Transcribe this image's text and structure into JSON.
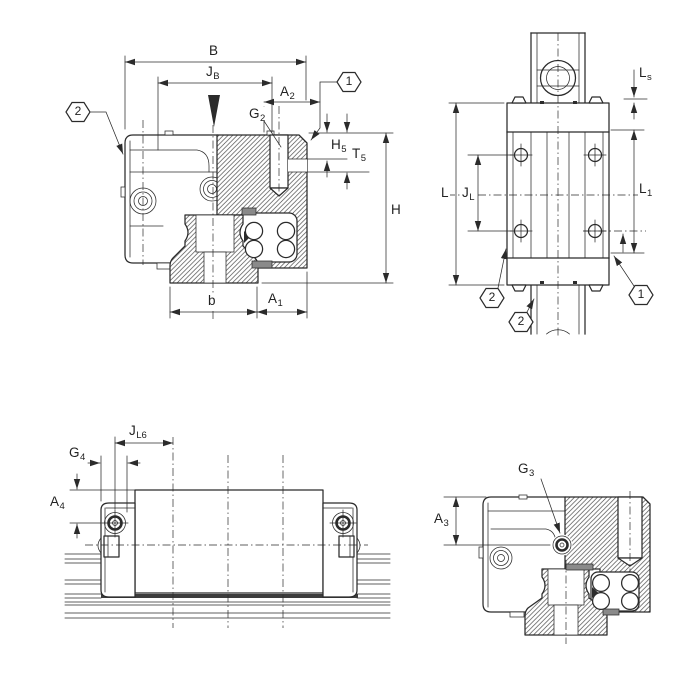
{
  "colors": {
    "line_color": "#2b2b2b",
    "background": "#ffffff",
    "hatch_color": "#4a4a4a",
    "seal_fill": "#8a8a8a",
    "bottom_band_fill": "#3c3c3c"
  },
  "views": {
    "front_section": {
      "labels": {
        "B": {
          "base": "B",
          "sub": ""
        },
        "JB": {
          "base": "J",
          "sub": "B"
        },
        "A2": {
          "base": "A",
          "sub": "2"
        },
        "G2": {
          "base": "G",
          "sub": "2"
        },
        "H5": {
          "base": "H",
          "sub": "5"
        },
        "T5": {
          "base": "T",
          "sub": "5"
        },
        "H": {
          "base": "H",
          "sub": ""
        },
        "b": {
          "base": "b",
          "sub": ""
        },
        "A1": {
          "base": "A",
          "sub": "1"
        }
      },
      "callouts": {
        "hex1": "1",
        "hex2": "2"
      }
    },
    "top_view": {
      "labels": {
        "L": {
          "base": "L",
          "sub": ""
        },
        "JL": {
          "base": "J",
          "sub": "L"
        },
        "L1": {
          "base": "L",
          "sub": "1"
        },
        "Ls": {
          "base": "L",
          "sub": "s"
        }
      },
      "callouts": {
        "hex1": "1",
        "hex2_left": "2",
        "hex2_rail": "2"
      }
    },
    "side_view": {
      "labels": {
        "JL6": {
          "base": "J",
          "sub": "L6"
        },
        "G4": {
          "base": "G",
          "sub": "4"
        },
        "A4": {
          "base": "A",
          "sub": "4"
        }
      }
    },
    "detail_section": {
      "labels": {
        "G3": {
          "base": "G",
          "sub": "3"
        },
        "A3": {
          "base": "A",
          "sub": "3"
        }
      }
    }
  }
}
